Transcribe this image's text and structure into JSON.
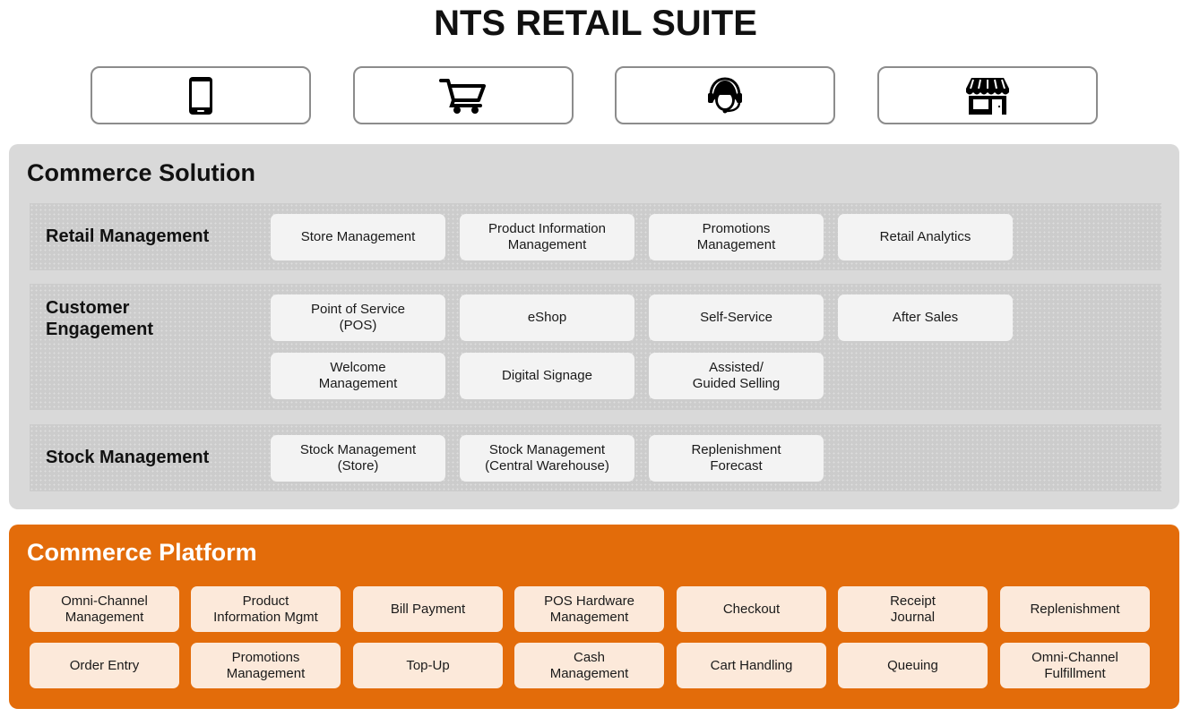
{
  "title": "NTS RETAIL SUITE",
  "channels": [
    {
      "icon": "mobile-phone-icon"
    },
    {
      "icon": "shopping-cart-icon"
    },
    {
      "icon": "call-center-agent-icon"
    },
    {
      "icon": "storefront-icon"
    }
  ],
  "commerce_solution": {
    "title": "Commerce Solution",
    "retail_management": {
      "label": "Retail Management",
      "items": [
        "Store Management",
        "Product Information\nManagement",
        "Promotions\nManagement",
        "Retail Analytics"
      ]
    },
    "customer_engagement": {
      "label": "Customer\nEngagement",
      "items": [
        "Point of Service\n(POS)",
        "eShop",
        "Self-Service",
        "After Sales",
        "Welcome\nManagement",
        "Digital Signage",
        "Assisted/\nGuided Selling"
      ]
    },
    "stock_management": {
      "label": "Stock Management",
      "items": [
        "Stock Management\n(Store)",
        "Stock Management\n(Central Warehouse)",
        "Replenishment\nForecast"
      ]
    }
  },
  "commerce_platform": {
    "title": "Commerce Platform",
    "items": [
      "Omni-Channel\nManagement",
      "Product\nInformation Mgmt",
      "Bill Payment",
      "POS Hardware\nManagement",
      "Checkout",
      "Receipt\nJournal",
      "Replenishment",
      "Order Entry",
      "Promotions\nManagement",
      "Top-Up",
      "Cash\nManagement",
      "Cart Handling",
      "Queuing",
      "Omni-Channel\nFulfillment"
    ]
  },
  "colors": {
    "platform": "#e36c0a",
    "platform_box": "#fce9da",
    "solution": "#d9d9d9",
    "band": "#cccccc"
  }
}
